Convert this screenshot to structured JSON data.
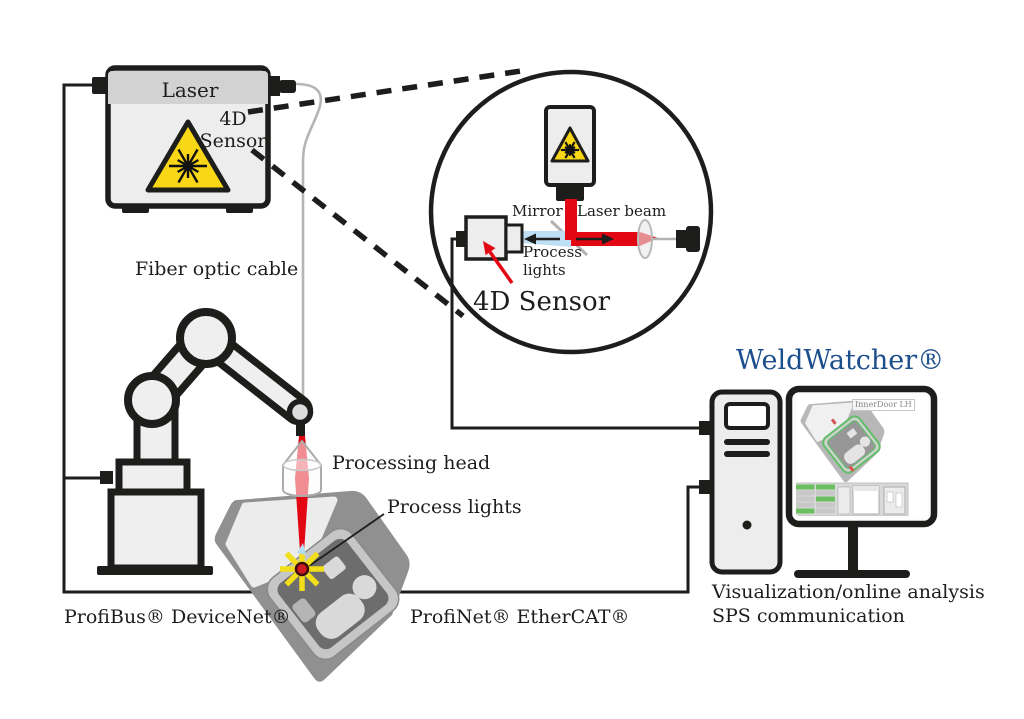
{
  "title": "Laser welding 4D sensor monitoring system diagram",
  "labels": {
    "laser_box": "Laser",
    "sensor_callout": "4D\nSensor",
    "fiber_cable": "Fiber optic cable",
    "inset": {
      "mirror": "Mirror",
      "laser_beam": "Laser beam",
      "process_lights": "Process\nlights",
      "sensor_title": "4D Sensor"
    },
    "weldwatcher": "WeldWatcher®",
    "processing_head": "Processing head",
    "process_lights": "Process lights",
    "bus_left": "ProfiBus® DeviceNet®",
    "bus_right": "ProfiNet® EtherCAT®",
    "analysis_line1": "Visualization/online analysis",
    "analysis_line2": "SPS communication",
    "screen_title": "InnerDoor LH"
  },
  "colors": {
    "laser_red": "#e30613",
    "warning_yellow": "#f9d616",
    "process_light_blue": "#bfe0f4",
    "brand_blue": "#1b4e8c",
    "line_black": "#1d1d1b",
    "cable_gray": "#b5b5b5",
    "trace_green": "#3fae49"
  },
  "icons": {
    "laser_warning": "yellow triangle with radiating burst",
    "weld_sparks": "yellow starburst with red weld spot",
    "power_button": "black dot"
  }
}
